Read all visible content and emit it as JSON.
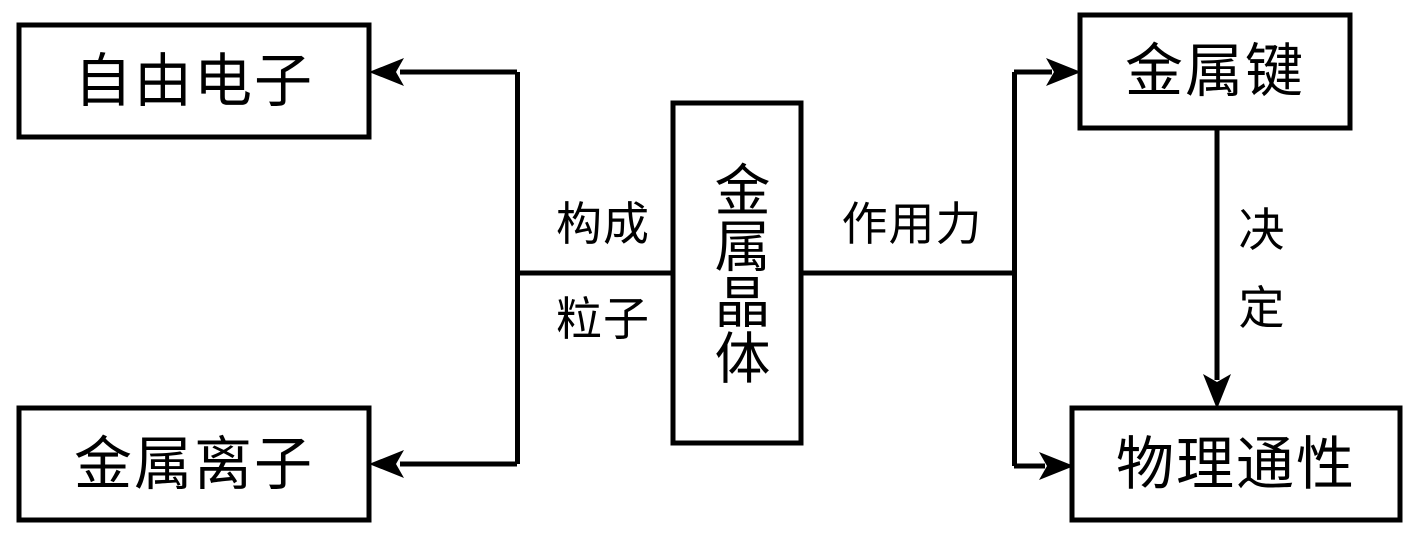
{
  "diagram": {
    "type": "flow-diagram",
    "subject": "metal-crystal-structure",
    "colors": {
      "background": "#ffffff",
      "stroke": "#000000",
      "text": "#000000"
    },
    "nodes": {
      "free_electrons": {
        "label": "自由电子",
        "orientation": "horizontal"
      },
      "metal_ions": {
        "label": "金属离子",
        "orientation": "horizontal"
      },
      "metal_crystal": {
        "label": "金属晶体",
        "orientation": "vertical"
      },
      "metallic_bond": {
        "label": "金属键",
        "orientation": "horizontal"
      },
      "physical_properties": {
        "label": "物理通性",
        "orientation": "horizontal"
      }
    },
    "edge_labels": {
      "constituent_particles_line1": "构成",
      "constituent_particles_line2": "粒子",
      "interaction_force": "作用力",
      "determines_line1": "决",
      "determines_line2": "定"
    }
  }
}
